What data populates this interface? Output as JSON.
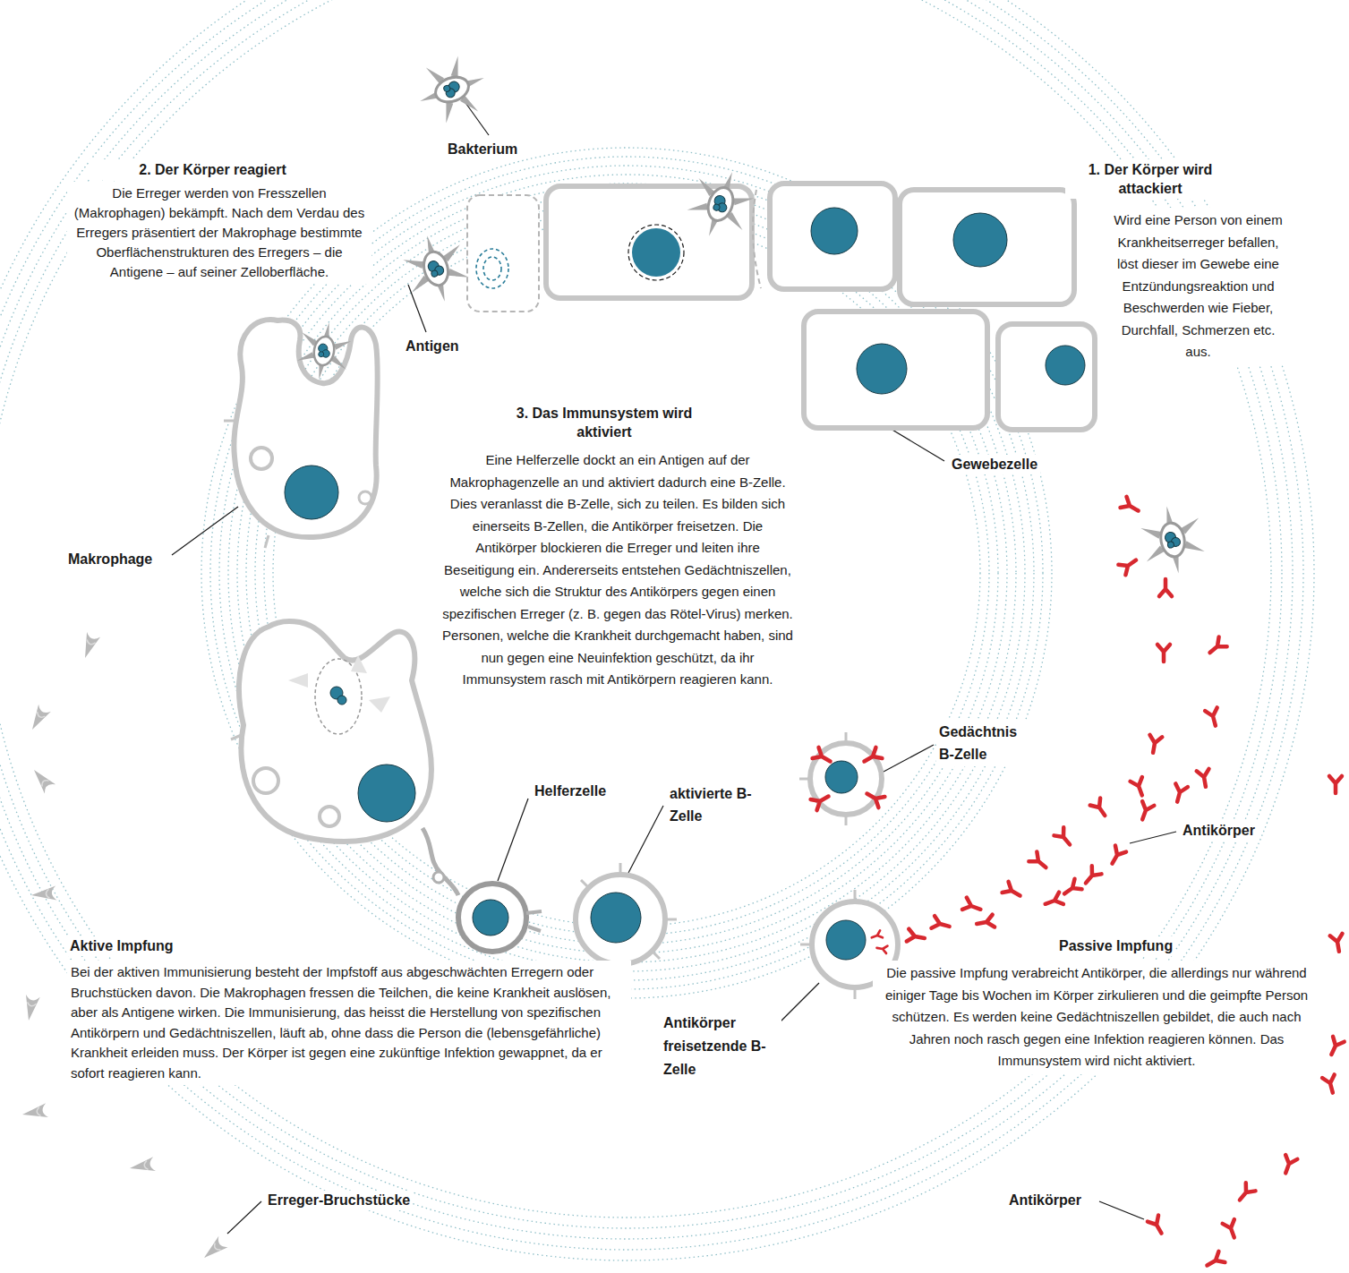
{
  "diagram": {
    "labels": [
      "2. Der Körper reagiert",
      "Die Erreger werden von Fresszellen (Makrophagen) bekämpft. Nach dem Verdau des Erregers präsentiert der Makrophage bestimmte Oberflächenstrukturen des Erregers – die Antigene – auf seiner Zelloberfläche.",
      "Bakterium",
      "Antigen",
      "1. Der Körper wird attackiert",
      "Wird eine Person von einem Krankheitserreger befallen, löst dieser im Gewebe eine Entzündungsreaktion und Beschwerden wie Fieber, Durchfall, Schmerzen etc. aus.",
      "Gewebezelle",
      "3. Das Immunsystem wird aktiviert",
      "Eine Helferzelle dockt an ein Antigen auf der Makrophagenzelle an und aktiviert dadurch eine B-Zelle. Dies veranlasst die B-Zelle, sich zu teilen. Es bilden sich einerseits B-Zellen, die Antikörper freisetzen. Die Antikörper blockieren die Erreger und leiten ihre Beseitigung ein. Andererseits entstehen Gedächtniszellen, welche sich die Struktur des Antikörpers gegen einen spezifischen Erreger (z. B. gegen das Rötel-Virus) merken. Personen, welche die Krankheit durchgemacht haben, sind nun gegen eine Neuinfektion geschützt, da ihr Immunsystem rasch mit Antikörpern reagieren kann.",
      "Makrophage",
      "Gedächtnis B-Zelle",
      "Helferzelle",
      "aktivierte B-Zelle",
      "Antikörper",
      "Antikörper freisetzende B-Zelle",
      "Aktive Impfung",
      "Bei der aktiven Immunisierung besteht der Impfstoff aus abgeschwächten Erregern oder Bruchstücken davon. Die Makrophagen fressen die Teilchen, die keine Krankheit auslösen, aber als Antigene wirken. Die Immunisierung, das heisst die Herstellung von spezifischen Antikörpern und Gedächtniszellen, läuft ab, ohne dass die Person die (lebensgefährliche) Krankheit erleiden muss. Der Körper ist gegen eine zukünftige Infektion gewappnet, da er sofort reagieren kann.",
      "Passive Impfung",
      "Die passive Impfung verabreicht Antikörper, die allerdings nur während einiger Tage bis Wochen im Körper zirkulieren und die geimpfte Person schützen. Es werden keine Gedächtniszellen gebildet, die auch nach Jahren noch rasch gegen eine Infektion reagieren können. Das Immunsystem wird nicht aktiviert.",
      "Erreger-Bruchstücke",
      "Antikörper"
    ]
  }
}
